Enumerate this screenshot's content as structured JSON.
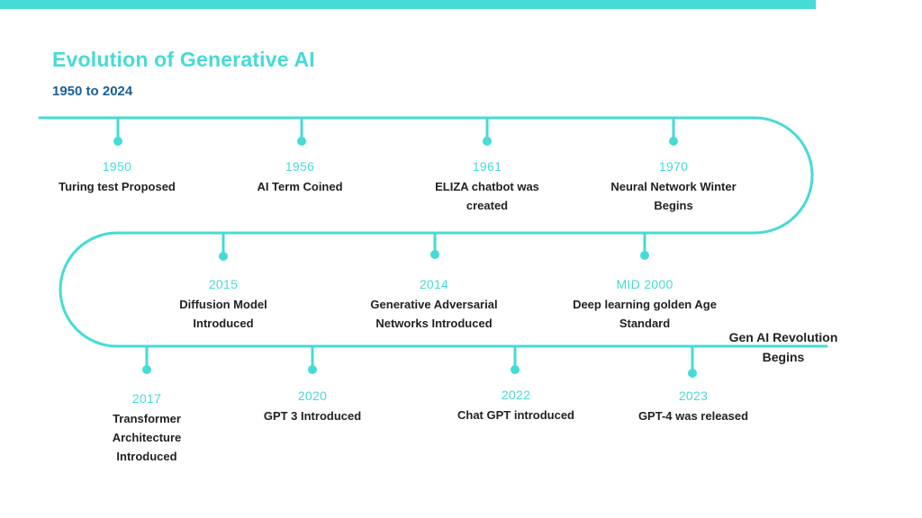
{
  "title": "Evolution of Generative AI",
  "subtitle": "1950 to 2024",
  "colors": {
    "accent": "#45dbd6",
    "subtitle": "#1b5e98",
    "text": "#222222"
  },
  "events": [
    {
      "year": "1950",
      "label": "Turing test Proposed"
    },
    {
      "year": "1956",
      "label": "AI Term Coined"
    },
    {
      "year": "1961",
      "label": "ELIZA chatbot was created"
    },
    {
      "year": "1970",
      "label": "Neural Network Winter Begins"
    },
    {
      "year": "2015",
      "label": "Diffusion Model Introduced"
    },
    {
      "year": "2014",
      "label": "Generative Adversarial Networks Introduced"
    },
    {
      "year": "MID 2000",
      "label": "Deep learning golden Age Standard"
    },
    {
      "year": "2017",
      "label": "Transformer Architecture Introduced"
    },
    {
      "year": "2020",
      "label": "GPT 3 Introduced"
    },
    {
      "year": "2022",
      "label": "Chat GPT introduced"
    },
    {
      "year": "2023",
      "label": "GPT-4 was released"
    }
  ],
  "finale": "Gen AI Revolution Begins"
}
